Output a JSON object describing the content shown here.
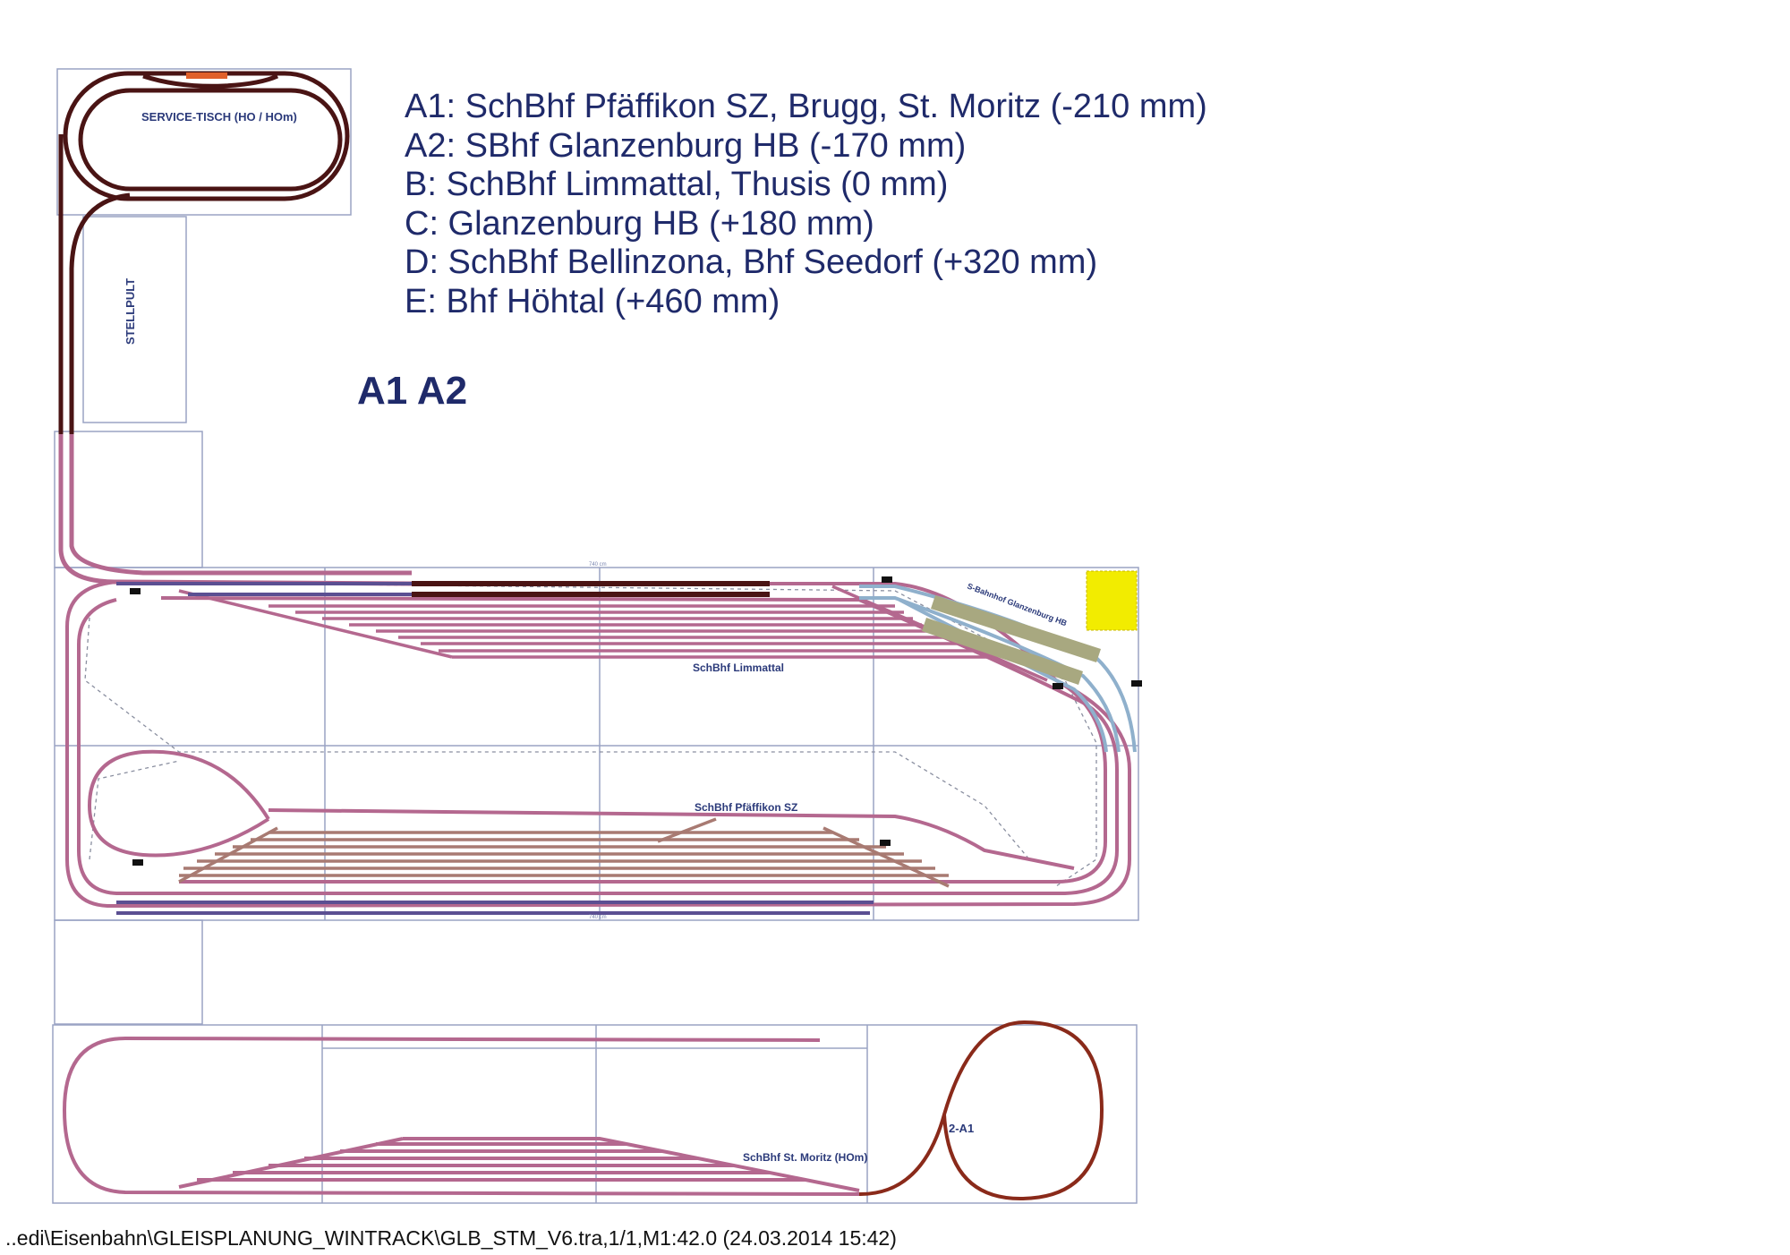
{
  "legend": {
    "lines": [
      "A1: SchBhf Pfäffikon SZ, Brugg, St. Moritz  (-210 mm)",
      "A2: SBhf Glanzenburg HB (-170 mm)",
      "B: SchBhf Limmattal, Thusis (0 mm)",
      "C: Glanzenburg HB (+180 mm)",
      "D: SchBhf Bellinzona, Bhf Seedorf (+320 mm)",
      "E: Bhf Höhtal (+460 mm)"
    ]
  },
  "level_heading": "A1 A2",
  "labels": {
    "service_table": "SERVICE-TISCH (HO / HOm)",
    "control_desk": "STELLPULT",
    "limmattal": "SchBhf Limmattal",
    "pfaeffikon": "SchBhf Pfäffikon SZ",
    "glanzenburg": "S-Bahnhof Glanzenburg HB",
    "st_moritz": "SchBhf St. Moritz (HOm)",
    "loop_marker": "2-A1",
    "dim_top": "740 cm",
    "dim_bottom": "740 cm"
  },
  "footer": "..edi\\Eisenbahn\\GLEISPLANUNG_WINTRACK\\GLB_STM_V6.tra,1/1,M1:42.0 (24.03.2014 15:42)",
  "colors": {
    "track_pink": "#b4688f",
    "track_dark": "#4a1414",
    "track_staging": "#a87a72",
    "track_blue": "#8fb0cc",
    "track_purple": "#5b4f92",
    "board_line": "#9aa3c4",
    "text": "#1f2a6a",
    "yellow": "#f2ec00"
  }
}
